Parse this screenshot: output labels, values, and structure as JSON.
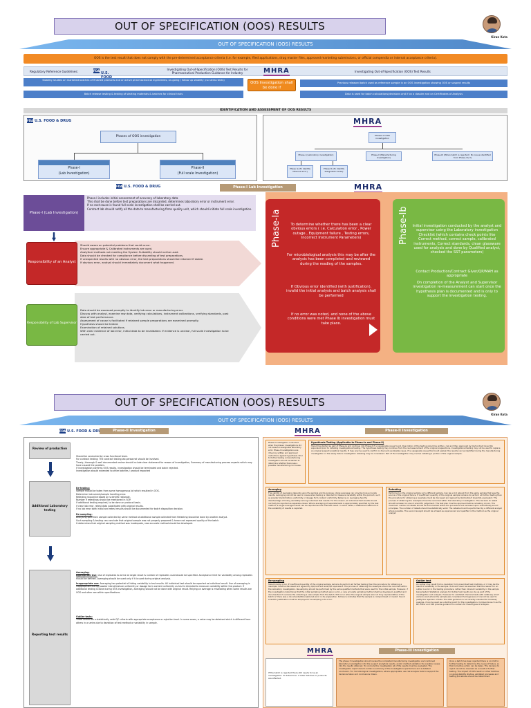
{
  "page": {
    "title": "OUT OF SPECIFICATION (OOS) RESULTS",
    "band": "OUT OF SPECIFICATION (OOS) RESULTS",
    "author": "Kiran Kota"
  },
  "intro": "OOS is the test result that does not comply with the pre-determined acceptance criteria (i.e. for example, filed applications, drug master files, approved marketing submissions, or official compendia or internal acceptance criteria).",
  "reg": {
    "label": "Regulatory Reference Guidelines:",
    "fda_logo": "U.S. FOOD & DRUG",
    "fda_admin": "ADMINISTRATION",
    "fda_guide": "Investigating Out-of-Specification (OOS) Test Results for Pharmaceutical Production Guidance for Industry",
    "mhra": "MHRA",
    "mhra_guide": "Investigating Out-of-Specification (OOS) Test Results"
  },
  "fda_bars": [
    "Stability studies on marketed batches of finished products and or active pharmaceutical ingredients, on-going / follow up stability (no stress tests)",
    "Batch release testing & testing of starting materials & batches for clinical trials"
  ],
  "oos_box": "OOS Investigation shall be done if",
  "mhra_bars": [
    "Previous released batch used as reference sample in an OOS investigation showing OOS or suspect results",
    "Data is used for batch calculations/decisions and if on a dossier and on Certificates of Analysis"
  ],
  "section1": "IDENTIFICATION AND ASSESSMENT OF OOS RESULTS",
  "fda_tree": {
    "root": "Phases of OOS investigation",
    "p1_title": "Phase-I",
    "p1_sub": "(Lab Investigation)",
    "p2_title": "Phase-II",
    "p2_sub": "(Full scale Investigation)"
  },
  "mhra_tree": {
    "root": "Phases of OOS investigation",
    "p1": "Phase-I (Laboratory investigation)",
    "p2": "Phase-II (Manufacturing investigation)",
    "p3": "Phase-III (When batch is rejected / No cause identified from Phase-I & II)",
    "pa": "Phase Ia (To identify Obvious error)",
    "pb": "Phase Ib (To identify assignable cause)"
  },
  "phase1bar": "Phase-I Lab Investigation",
  "phase1": {
    "label": "Phase-I (Lab Investigation)",
    "text": [
      "Phase-I includes initial assessment of accuracy of laboratory data",
      "This shall be done before test preparations are discarded, determines laboratory error or instrument error.",
      "If no root cause is found full scale investigation shall be carried out.",
      "Contract lab should notify all the data to manufacturing firms quality unit, which should initiate full scale investigation."
    ]
  },
  "analyst": {
    "label": "Responsibility of an Analyst",
    "items": [
      "Should aware on potential problems that could occur.",
      "Ensure appropriate & Calibrated instruments are used.",
      "Analytical methods not meeting the System Suitability should not be used.",
      "Data should be checked for compliance before discarding of test preparations.",
      "If unexpected results with no obvious error, the test preparations should be retained if stable.",
      "If obvious error, analyst should immediately document what happened."
    ]
  },
  "supervisor": {
    "label": "Responsibility of Lab Supervisor",
    "items": [
      "Data should be assessed promptly to identify lab error or manufacturing error.",
      "Discuss with analyst, examine raw data, verifying calculations, instrument calibrations, verifying standards, past data of test performance.",
      "Assessment of cause is facilitated if retained sample preparations are examined promptly.",
      "Hypothesis should be tested.",
      "Examination of retained solutions.",
      "With clear evidence of lab error, initial data to be invalidated. If evidence is unclear, full scale investigation to be carried out."
    ]
  },
  "phase_ia": {
    "label": "Phase-Ia",
    "p1": "To determine whether there has been a clear obvious errors ( i.e. Calculation error , Power outage , Equipment failure , Testing errors, Incorrect Instrument Parameters)",
    "p2": "For microbiological analysis this may be after the analysis has been completed and reviewed during the reading of the samples.",
    "p3": "If Obvious error identified (with justification), invalid the initial analysis and batch analysis shall be performed",
    "p4": "If no error was noted, and none of the above conditions were met Phase Ib investigation must take place."
  },
  "phase_ib": {
    "label": "Phase-Ib",
    "p1": "Initial investigation conducted by the analyst and supervisor using the Laboratory investigation Checklist (which contains check points like Correct method, correct sample, calibrated instruments, Correct standards, clean glassware used for analysis and done by Qualified analyst, checked the SST parameters)",
    "p2": "Contact Production/Contract Giver/QP/MAH as appropriate",
    "p3": "On completion of the Analyst and Supervisor investigation re-measurement can start once the hypothesis plan is documented and is only to support the investigation testing."
  },
  "phase2bar": "Phase-II Investigation",
  "review": {
    "label": "Review of production",
    "items": [
      "Should be conducted by cross functional team.",
      "For contract testing: The contract testing lab personnel should be involved.",
      "Timely, thorough & well documented review should include clear statement for reason of investigation, Summary of manufacturing process aspects which may have caused the problem.",
      "If investigation confirms OOS results, investigation should be terminated and batch rejected.",
      "Investigation should extended to other batches / product impacted"
    ]
  },
  "additional": {
    "label": "Additional Laboratory testing",
    "retest_h": "Re-testing:",
    "retest": [
      "Sample should be taken from same homogenous lot which resulted in OOS.",
      "Determine instrument/sample handling error.",
      "Retesting should be based on scientific rationale.",
      "Number if retestings should be mentioned in SOP.",
      "If additional testing required, to be done on protocol basis.",
      "If clear lab error, retest data substituted with original results.",
      "If no lab error both initial and retest results should be documented for batch disposition decision."
    ],
    "resample_h": "Re-sampling:",
    "resample": [
      "Analysing specimen sample collected by same method at additional sample collected from Retesting should be done by another analyst.",
      "Such sampling & testing can conclude that original sample was not properly prepared & hence not represent quality of the batch.",
      "It determines that original sampling method was inadequate, new accurate method should be developed."
    ]
  },
  "reporting": {
    "label": "Reporting test results",
    "avg_h": "Averaging:",
    "avg_ok_h": "Appropriate Use:",
    "avg_ok": "Use of replicates to arrive at single result & number of replicates used should be specified. Acceptance limit for variability among replicates should be defined. Averaging should be used only if it is used during original analysis.",
    "avg_bad_h": "Inappropriate use:",
    "avg_bad": "Averaging has potential of hiding variability in test results. All individual test should be reported as individual result. Use of averaging is inappropriate during powder blend/mixture uniformity or dosage form content uniformity as test is intended to measure variability within the product. If additional testing is done during OOS investigation, averaging should not be done with original result. Relying on average is misleading when some results are OOS and other are within specifications.",
    "outlier_h": "Outlier tests:",
    "outlier": "There should be a statistically valid QC criteria with appropriate acceptance or rejection level. In some cases, a value may be obtained which is different from others in a series due to deviation of test method or variability in sample."
  },
  "right2": {
    "phase1_text": "Phase-II investigation conducted when the phase-I investigations did not reveal an assignable laboratory error. Phase-II investigations are driven by written and approved instructions against hypothesis. Prior to further testing a manufacturing investigation should be started to determine whether there was a possible manufacturing root cause.",
    "hyp_h": "Hypothesis Testing (Applicable to Phase-Ia and Phase-II)",
    "hyp": "Should be started as part of Phase-Ia and continue into Phase-II if no assignable cause found. Description of the testing should be written, risk and then approved by QA/Contract Giver/QA equivalent prior to initiating investigational testing. The hypothesis testing may continue from the re-measurement of the original preparations. Investigational testing may not be used to replace an original suspect analytical results. It may only be used to confirm or discount a probable cause. If no assignable cause that could explain the results can be identified during the manufacturing investigation or the assay failure investigation retesting may be considered. Part of the investigation may involve retesting a portion of the original sample.",
    "avg_h": "Averaging",
    "avg": "The validity of averaging depends upon the sample and its purpose. Using averages can provide more accurate results. Averaging cannot be used in cases when testing is intended to measure variability within the product, such as powder blend/mixture uniformity or dosage form content uniformity. Reliance on averaging has the disadvantage of hiding variability among individual test results. For this reason, all individual test results should normally be reported as separate values. Where averaging of separate tests is appropriately specified by the test method, a single averaged result can be reported as the final test result. In some cases, a statistical treatment of the variability of results is reported.",
    "retest_h": "Retesting",
    "retest": "Performed on the original sample not a different sample. Can be a 2nd aliquot from the same sample that was the source of the original failure. If insufficient quantity of the original sample remains to perform all further testing then the procedure for obtaining a resample must be discussed and agreed by QA/Contract Giver/QA equivalent. The process of obtaining the resample should be recorded within the laboratory investigation. The decision to retest should be based on sound scientific judgement. The test plan must be approved before re-testing occurs. The maximum number of retests should be documented within the procedure and be based upon scientifically sound principles. The number of retests should be statistically valid. The retests should be performed by a different analyst where possible. The second analyst should be at least as experienced and qualified in the method as the original analyst.",
    "resample_h": "Re-sampling",
    "resample": "Should rarely occur. If insufficient quantity of the original sample remains to perform all further testing then the procedure for obtaining a resample must be discussed and agreed by QA/Contract Giver/QP equivalent. The process of obtaining the resample should be recorded within the laboratory investigation. Re-sampling should be performed by the same qualified methods that were used for the initial sample. However, if the investigation determines that the initial sampling method was in error, a new accurate sampling method shall be developed, qualified and documented. It involves the collecting a new sample from the batch. Will occur when the original sample was not truly representative of the batch or there was a documented/traceable lab error in its preparation. Evidence indicates that the sample is compromised or invalid. Sound scientific justification must be employed if re-sampling is to occur.",
    "outlier_h": "Outlier test",
    "outlier": "An outlier may result from a deviation from prescribed test methods, or it may be the result of variability in the sample. It should never be assumed that the reason for an outlier is error in the testing procedure, rather than inherent variability in the sample being tested. Statistical analysis for Outlier test results can be as part of the investigation and analysis. However for validated chemical tests with relatively small variance and where the sample was considered homogeneous it cannot be used to justify the rejection of data. The OOS guidance is not directly intended for bioassay analysis, it can be used as a starting point for the investigation. Compendia such as the BP, PhEur and USP provide guidance on outliers for these types of analysis.",
    "phase3bar": "Phase-III Investigation",
    "p3a": "If the batch is rejected there still needs to be an investigation. To determine: if other batches or products are affected.",
    "p3b": "The phase 3 investigation should review the completed manufacturing investigation and combined laboratory investigation into the suspect analytical results, and/or method validation for possible causes into the results obtained. To conclude the investigation all of the results must be evaluated. The investigation report should contain a summary of the investigations performed; and a detailed conclusion. For microbiological investigations, where appropriate, use risk analysis tools to support the decisions taken and conclusions drawn.",
    "p3c": "Once a batch has been rejected there is no limit to further testing to determine the cause of failure, so that corrective action can be taken. The decision to reject cannot be reversed as a result of further testing. The impact of OOS result on other batches, on going stability studies, validated processes and testing procedures should be determined."
  }
}
